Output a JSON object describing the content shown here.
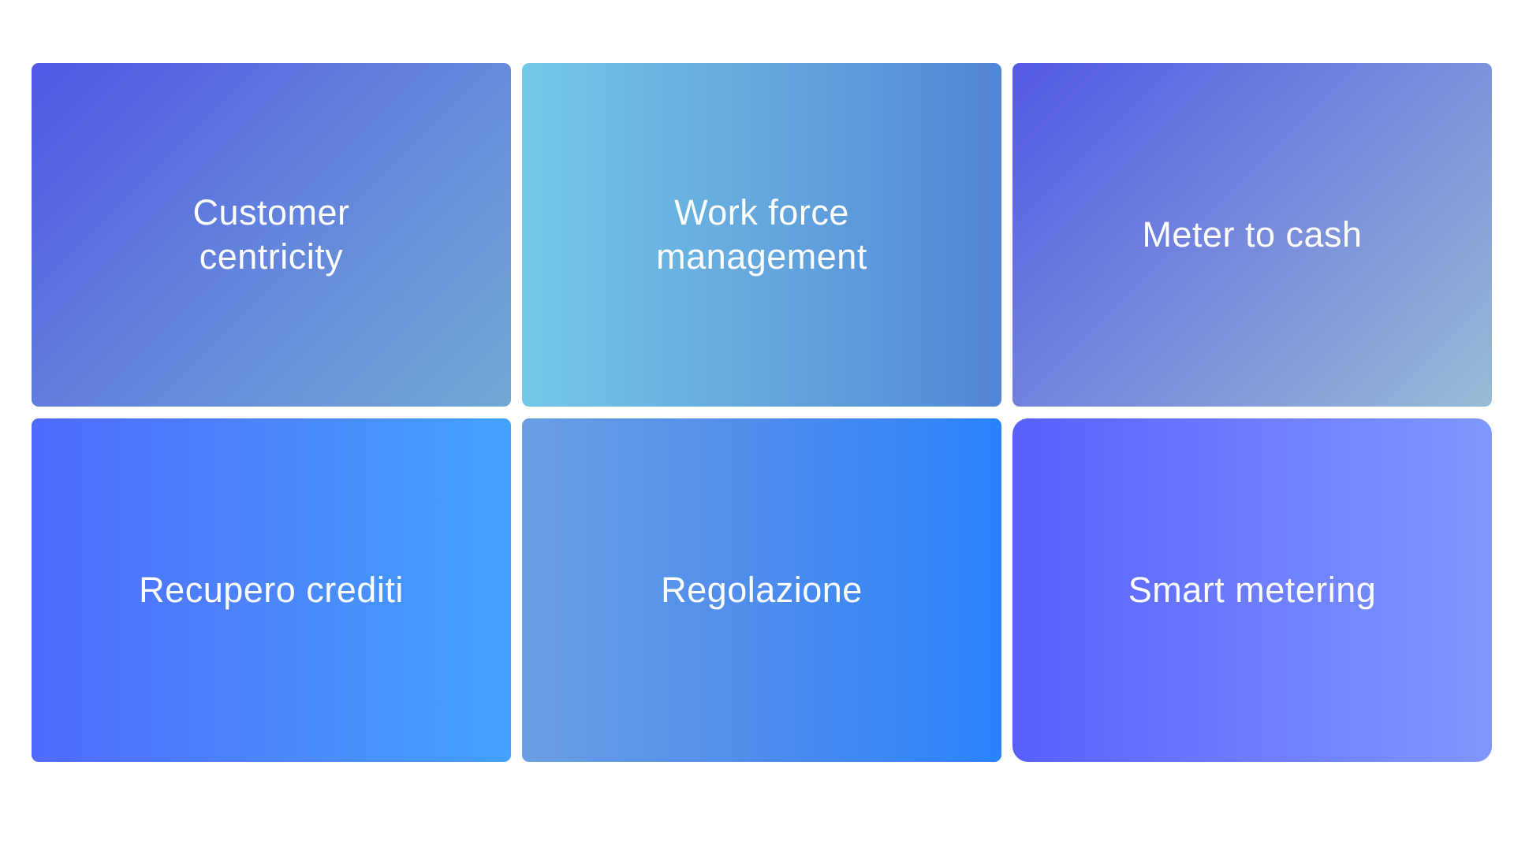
{
  "tiles": [
    {
      "label": "Customer\ncentricity",
      "gradient": [
        "#5158e6",
        "#72a8d4"
      ]
    },
    {
      "label": "Work force\nmanagement",
      "gradient": [
        "#73c8e7",
        "#5285d6"
      ]
    },
    {
      "label": "Meter to cash",
      "gradient": [
        "#545ae6",
        "#96bcd5"
      ]
    },
    {
      "label": "Recupero crediti",
      "gradient": [
        "#4f6bff",
        "#43a2fd"
      ]
    },
    {
      "label": "Regolazione",
      "gradient": [
        "#6b9ee3",
        "#2a82fd"
      ]
    },
    {
      "label": "Smart metering",
      "gradient": [
        "#5960fe",
        "#7f97ff"
      ]
    }
  ],
  "colors": {
    "background": "#ffffff",
    "text": "#ffffff"
  }
}
